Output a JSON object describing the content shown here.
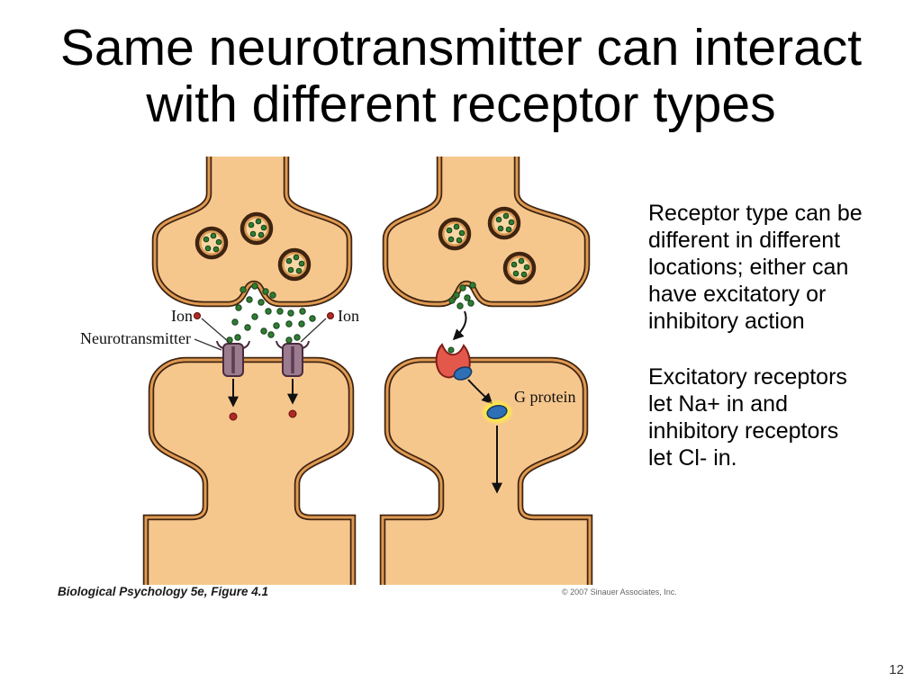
{
  "slide": {
    "title": "Same neurotransmitter can interact\nwith different receptor types",
    "page_number": "12"
  },
  "figure": {
    "caption": "Biological Psychology 5e, Figure 4.1",
    "copyright": "© 2007 Sinauer Associates, Inc.",
    "labels": {
      "ion_left": "Ion",
      "ion_right": "Ion",
      "neurotransmitter": "Neurotransmitter",
      "g_protein": "G protein"
    },
    "colors": {
      "membrane_fill": "#f6c78d",
      "membrane_band": "#e09a52",
      "membrane_outline": "#3f2410",
      "vesicle_fill": "#f8d7a4",
      "neurotransmitter_green": "#2f7d32",
      "ion_red": "#b02a25",
      "ionotropic_receptor_purple": "#9b7b8e",
      "metabotropic_receptor_red": "#e4584c",
      "g_protein_blue": "#2f6fb5",
      "activation_halo_yellow": "#ffe84b"
    }
  },
  "notes": {
    "paragraph1": "Receptor type can be\ndifferent in different\nlocations; either can\nhave excitatory or\ninhibitory action",
    "paragraph2": "Excitatory receptors\nlet Na+ in and\ninhibitory receptors\nlet Cl- in."
  }
}
